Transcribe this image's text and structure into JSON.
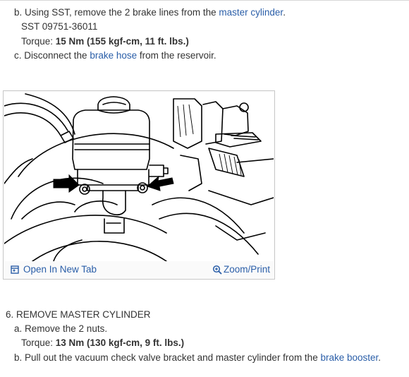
{
  "steps_top": {
    "b": {
      "prefix": "b. Using SST, remove the 2 brake lines from the ",
      "link": "master cylinder",
      "suffix": "."
    },
    "sst": "SST 09751-36011",
    "torque1": {
      "label": "Torque: ",
      "value": "15 Nm (155 kgf-cm, 11 ft. lbs.)"
    },
    "c": {
      "prefix": "c. Disconnect the ",
      "link": "brake hose",
      "suffix": " from the reservoir."
    }
  },
  "figure": {
    "open_tab_label": "Open In New Tab",
    "zoom_label": "Zoom/Print",
    "icons": [
      "open-tab-icon",
      "zoom-icon"
    ]
  },
  "steps_bottom": {
    "heading": "6. REMOVE MASTER CYLINDER",
    "a": "a. Remove the 2 nuts.",
    "torque2": {
      "label": "Torque: ",
      "value": "13 Nm (130 kgf-cm, 9 ft. lbs.)"
    },
    "b": {
      "prefix": "b. Pull out the vacuum check valve bracket and master cylinder from the ",
      "link": "brake booster",
      "suffix": "."
    }
  },
  "colors": {
    "link": "#2a5ea8",
    "text": "#333333",
    "border": "#c8c8c8"
  }
}
